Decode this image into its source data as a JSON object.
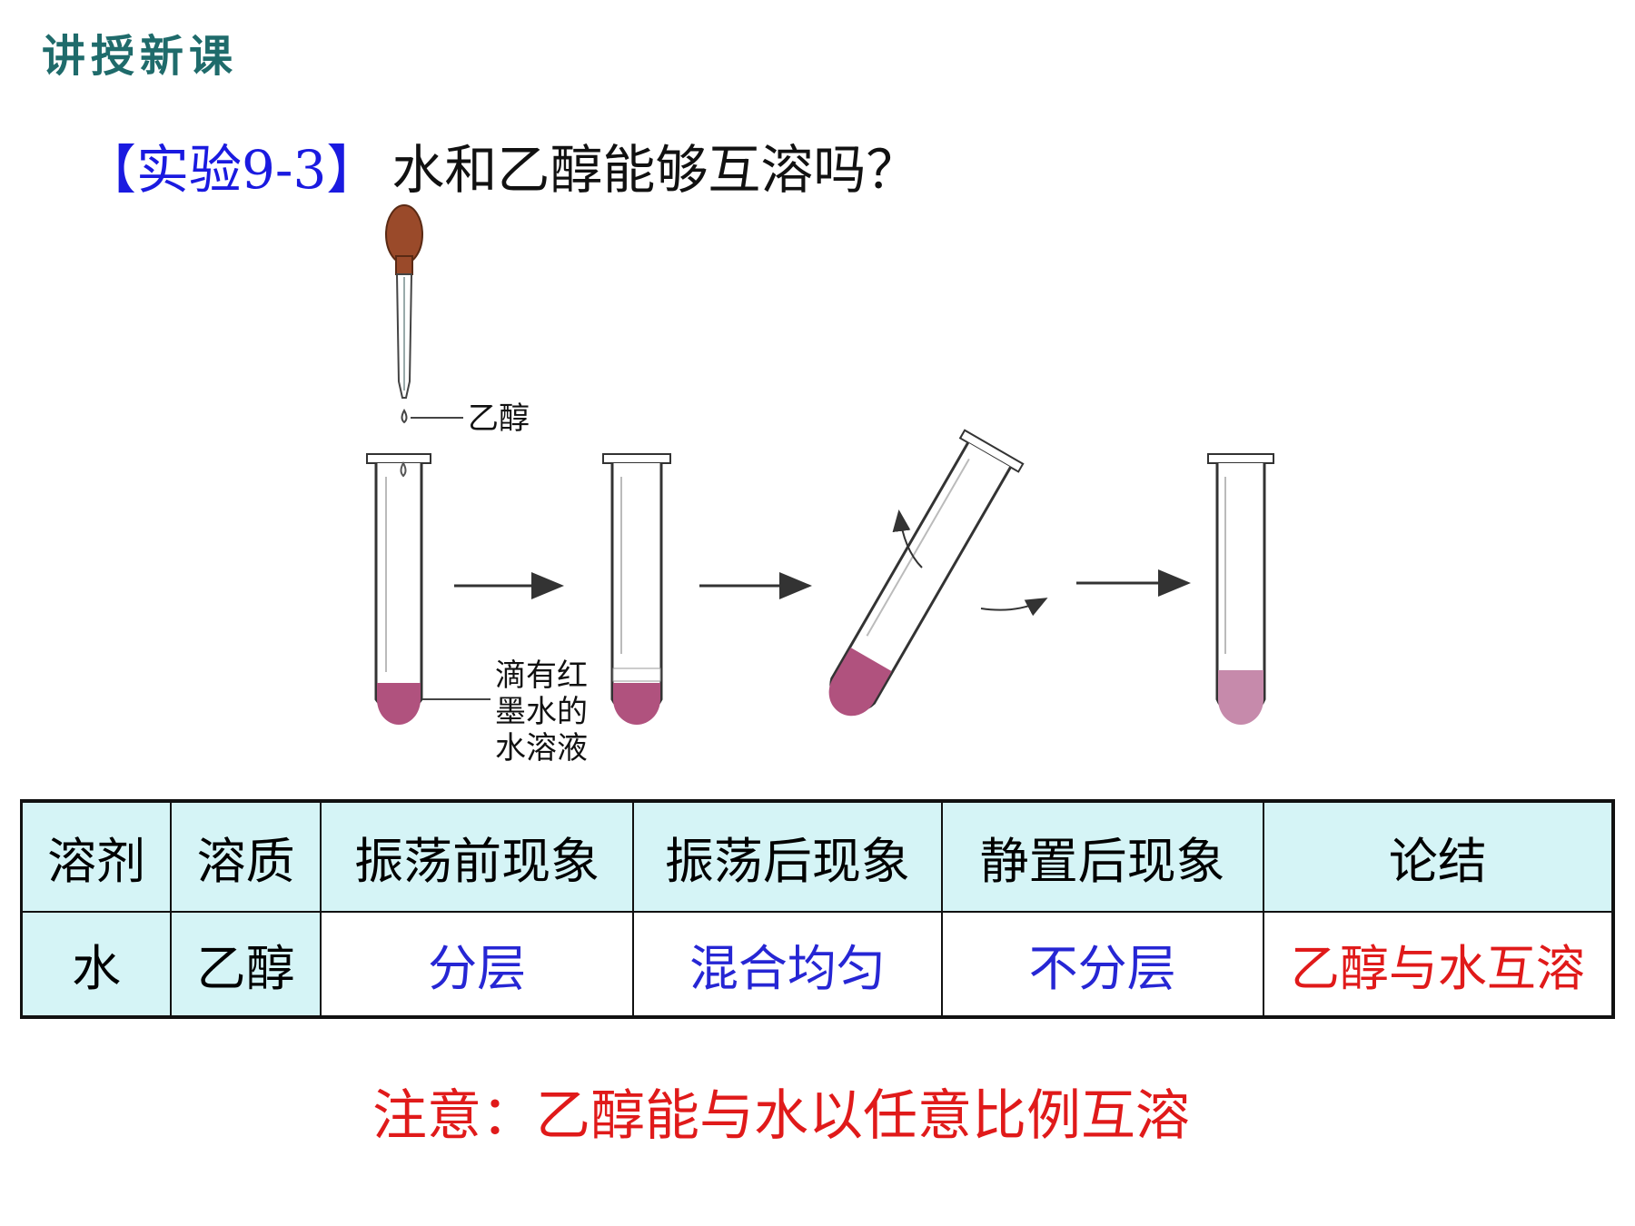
{
  "section_tag": "讲授新课",
  "title": {
    "experiment": "【实验9-3】",
    "question": "水和乙醇能够互溶吗？"
  },
  "figure": {
    "label_ethanol": "乙醇",
    "label_solution": [
      "滴有红",
      "墨水的",
      "水溶液"
    ],
    "liquid_color": "#b0527e",
    "liquid_light_color": "#c68aab"
  },
  "table": {
    "headers": [
      "溶剂",
      "溶质",
      "振荡前现象",
      "振荡后现象",
      "静置后现象",
      "论结"
    ],
    "row": [
      "水",
      "乙醇",
      "分层",
      "混合均匀",
      "不分层",
      "乙醇与水互溶"
    ],
    "header_bg": "#d5f4f6",
    "blue": "#2626d4",
    "red": "#e01a1a"
  },
  "note": "注意：乙醇能与水以任意比例互溶"
}
